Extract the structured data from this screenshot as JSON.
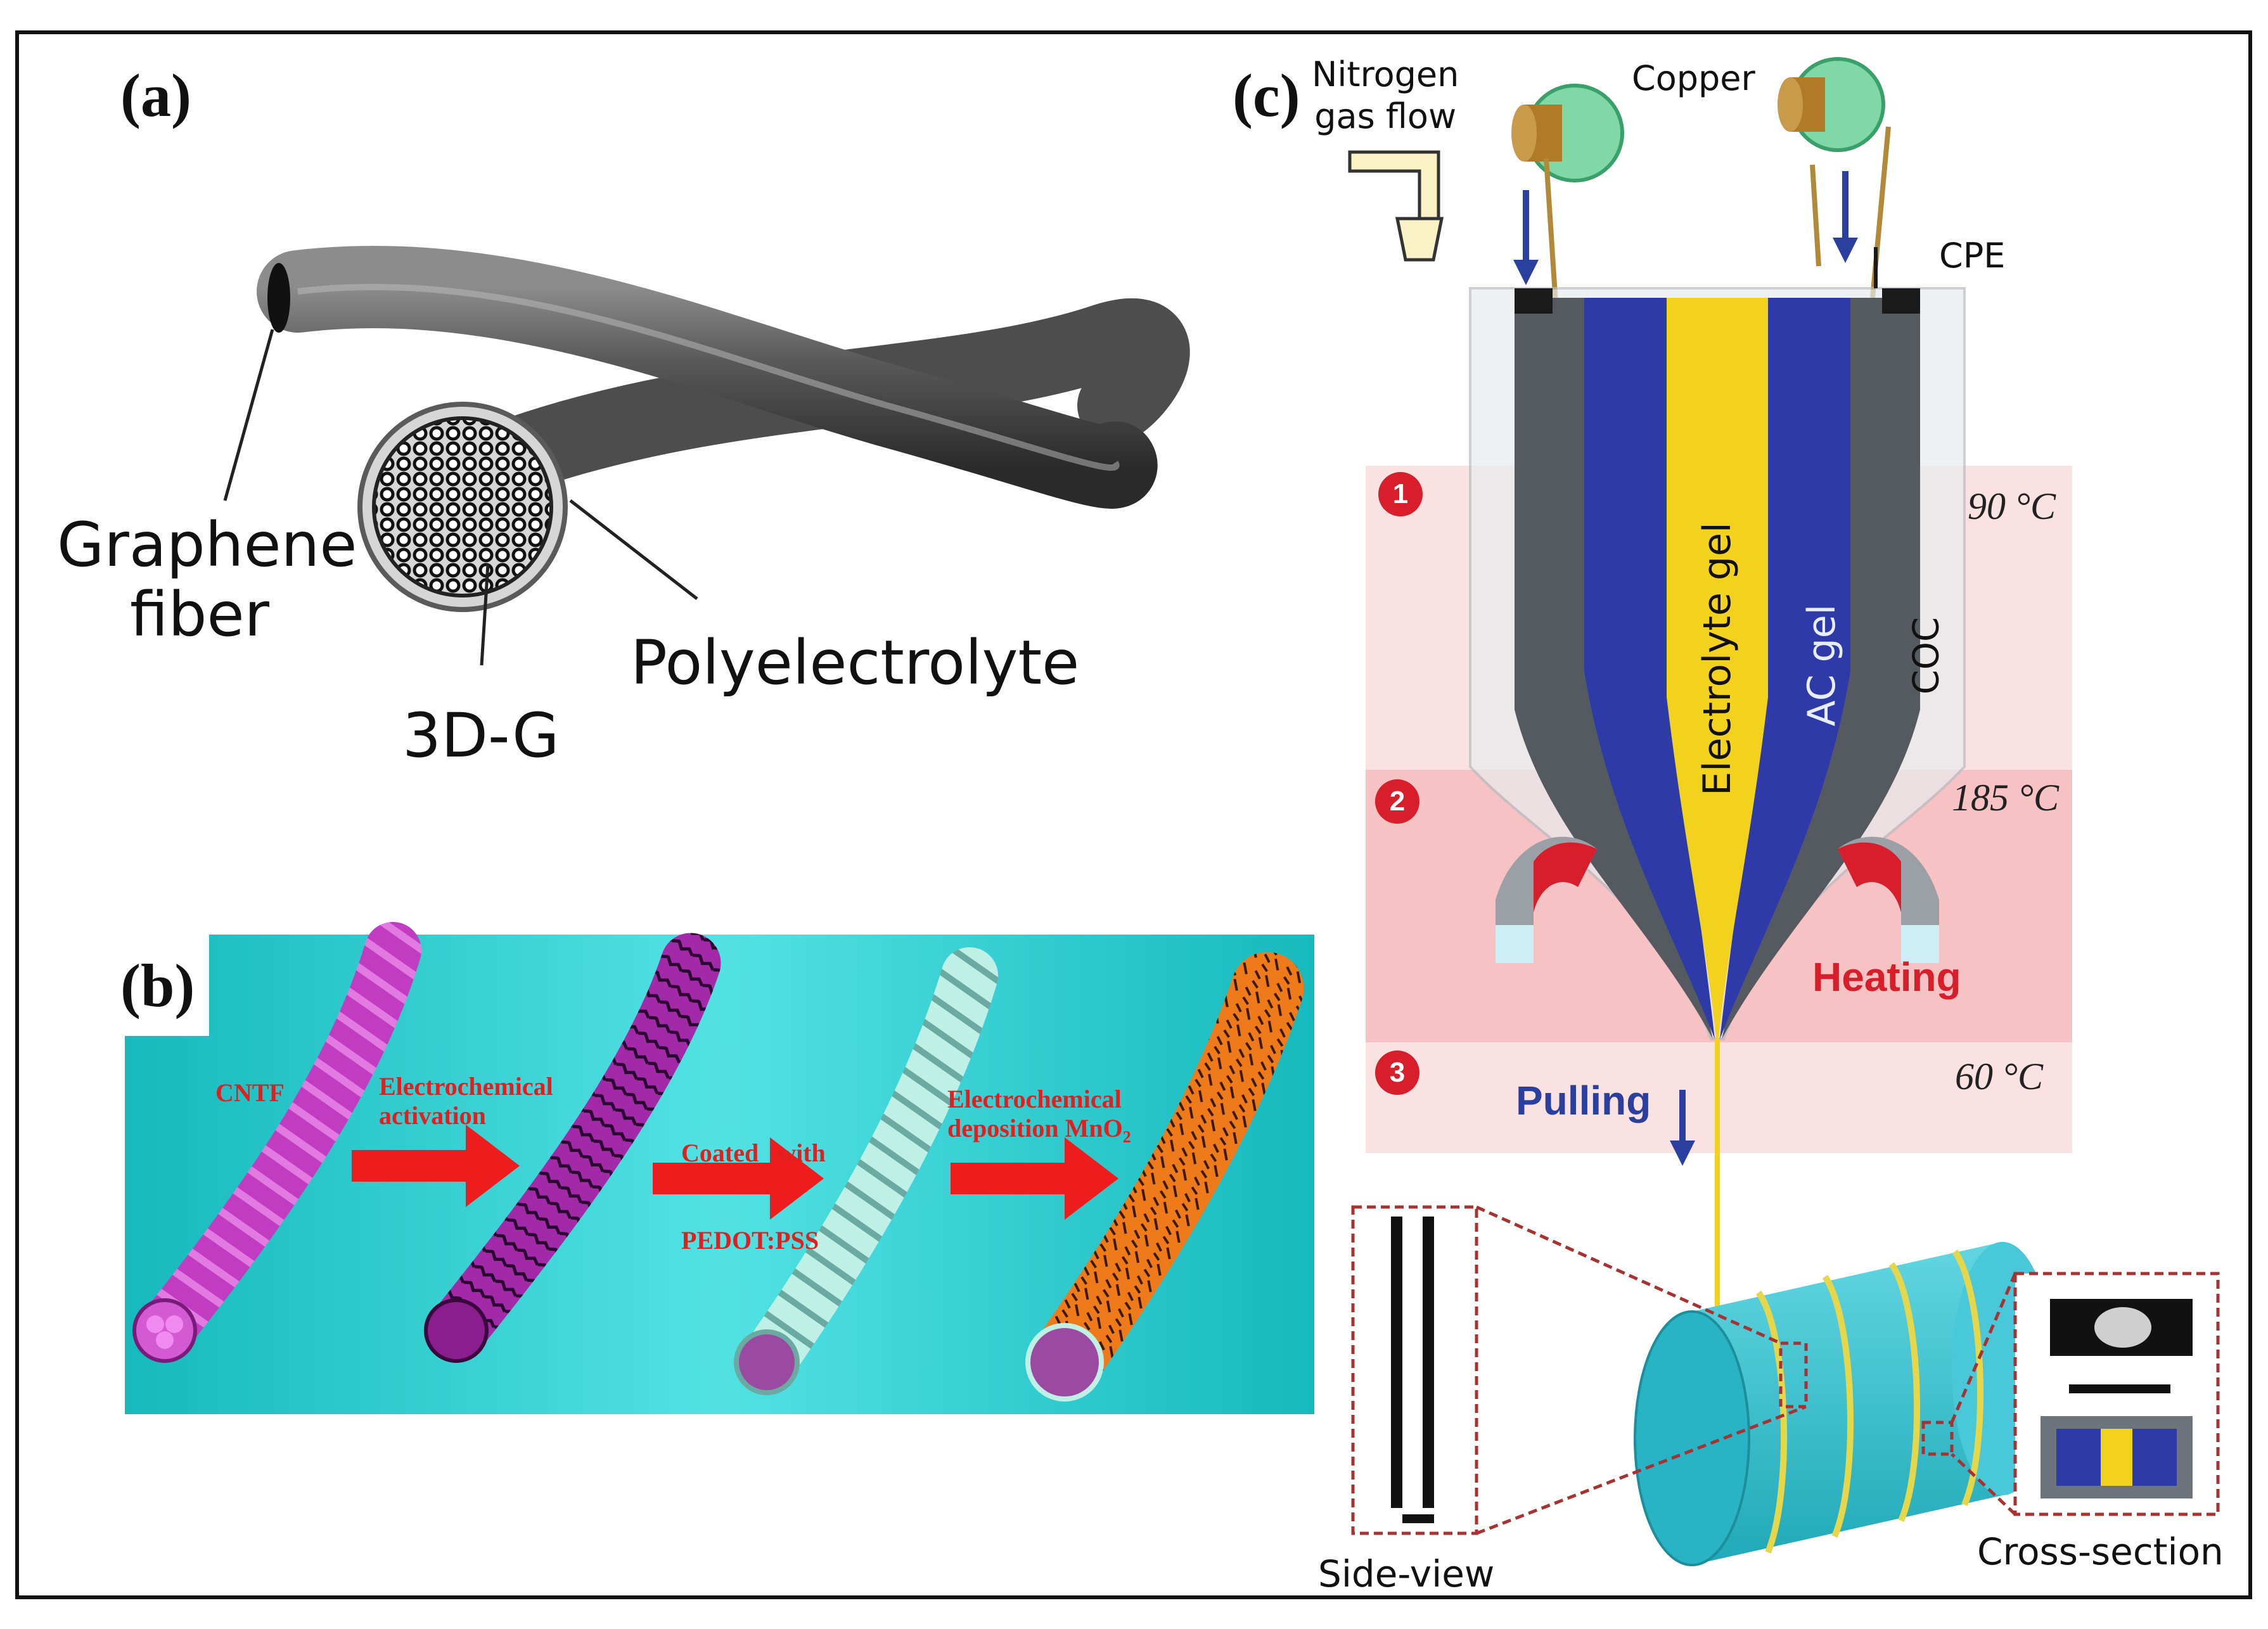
{
  "panel_a": {
    "letter": "(a)",
    "labels": {
      "graphene_line1": "Graphene",
      "graphene_line2": "fiber",
      "polyelectrolyte": "Polyelectrolyte",
      "g3d": "3D-G"
    }
  },
  "panel_b": {
    "letter": "(b)",
    "steps": {
      "cntf": "CNTF",
      "activation_line1": "Electrochemical",
      "activation_line2": "activation",
      "coated_line1": "Coated   with",
      "coated_line2": "PEDOT:PSS",
      "deposition_line1": "Electrochemical",
      "deposition_line2": "deposition MnO",
      "deposition_sub": "2"
    },
    "colors": {
      "background": "#1fc3c6",
      "arrow": "#ee1c1c",
      "cntf": "#c23cc2",
      "pedot": "#bff0e6",
      "mno2": "#ee7a1a"
    }
  },
  "panel_c": {
    "letter": "(c)",
    "labels": {
      "nitrogen_line1": "Nitrogen",
      "nitrogen_line2": "gas flow",
      "copper": "Copper",
      "cpe": "CPE",
      "electrolyte_gel": "Electrolyte gel",
      "ac_gel": "AC gel",
      "coc": "COC",
      "heating": "Heating",
      "pulling": "Pulling",
      "side_view": "Side-view",
      "cross_section": "Cross-section"
    },
    "zones": [
      {
        "badge": "1",
        "temp": "90 °C"
      },
      {
        "badge": "2",
        "temp": "185 °C"
      },
      {
        "badge": "3",
        "temp": "60 °C"
      }
    ],
    "colors": {
      "ac_gel": "#2d3aa8",
      "electrolyte": "#f2d21c",
      "coc": "#555a60",
      "spool": "#7fd8a6",
      "drum": "#3cc6d6",
      "heating_text": "#d81e2a",
      "pulling_text": "#2b3f9e"
    }
  }
}
